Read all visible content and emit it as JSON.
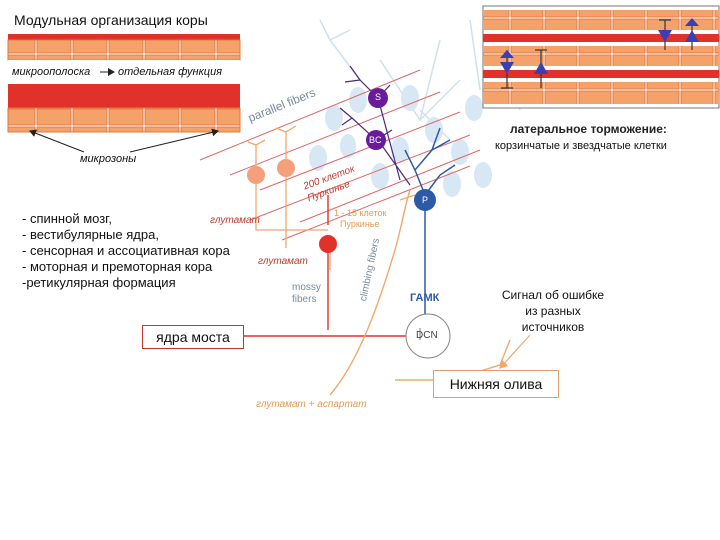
{
  "title": "Модульная организация коры",
  "left_panel": {
    "microstrip_label": "микроополоска",
    "function_label": "отдельная функция",
    "microzones_label": "микрозоны"
  },
  "inputs_list": [
    "- спинной мозг,",
    "- вестибулярные ядра,",
    "- сенсорная и ассоциативная кора",
    "- моторная и премоторная кора",
    "-ретикулярная формация"
  ],
  "transmitters": {
    "glutamate_1": "глутамат",
    "glutamate_2": "глутамат",
    "glutamate_aspartate": "глутамат + аспартат",
    "gaba": "ГАМК"
  },
  "labels": {
    "parallel_fibers": "parallel fibers",
    "purkinje_200": "200 клеток",
    "purkinje_200b": "Пуркинье",
    "purkinje_1_15": "1 - 15 клеток",
    "purkinje_1_15b": "Пуркинье",
    "climbing_fibers": "climbing fibers",
    "mossy_1": "mossy",
    "mossy_2": "fibers",
    "s_cell": "S",
    "bc_cell": "BC",
    "p_cell": "P",
    "dcn": "DCN"
  },
  "lateral": {
    "title": "латеральное торможение:",
    "subtitle": "корзинчатые и звездчатые клетки"
  },
  "boxes": {
    "pons": "ядра моста",
    "olive": "Нижняя олива"
  },
  "error_signal": [
    "Сигнал об ошибке",
    "из разных",
    "источников"
  ],
  "colors": {
    "brick": "#f5a26a",
    "red_band": "#e0312b",
    "purple": "#6a1b9a",
    "orange_fiber": "#f0a96a",
    "purkinje_blue": "#2d5aa8"
  }
}
